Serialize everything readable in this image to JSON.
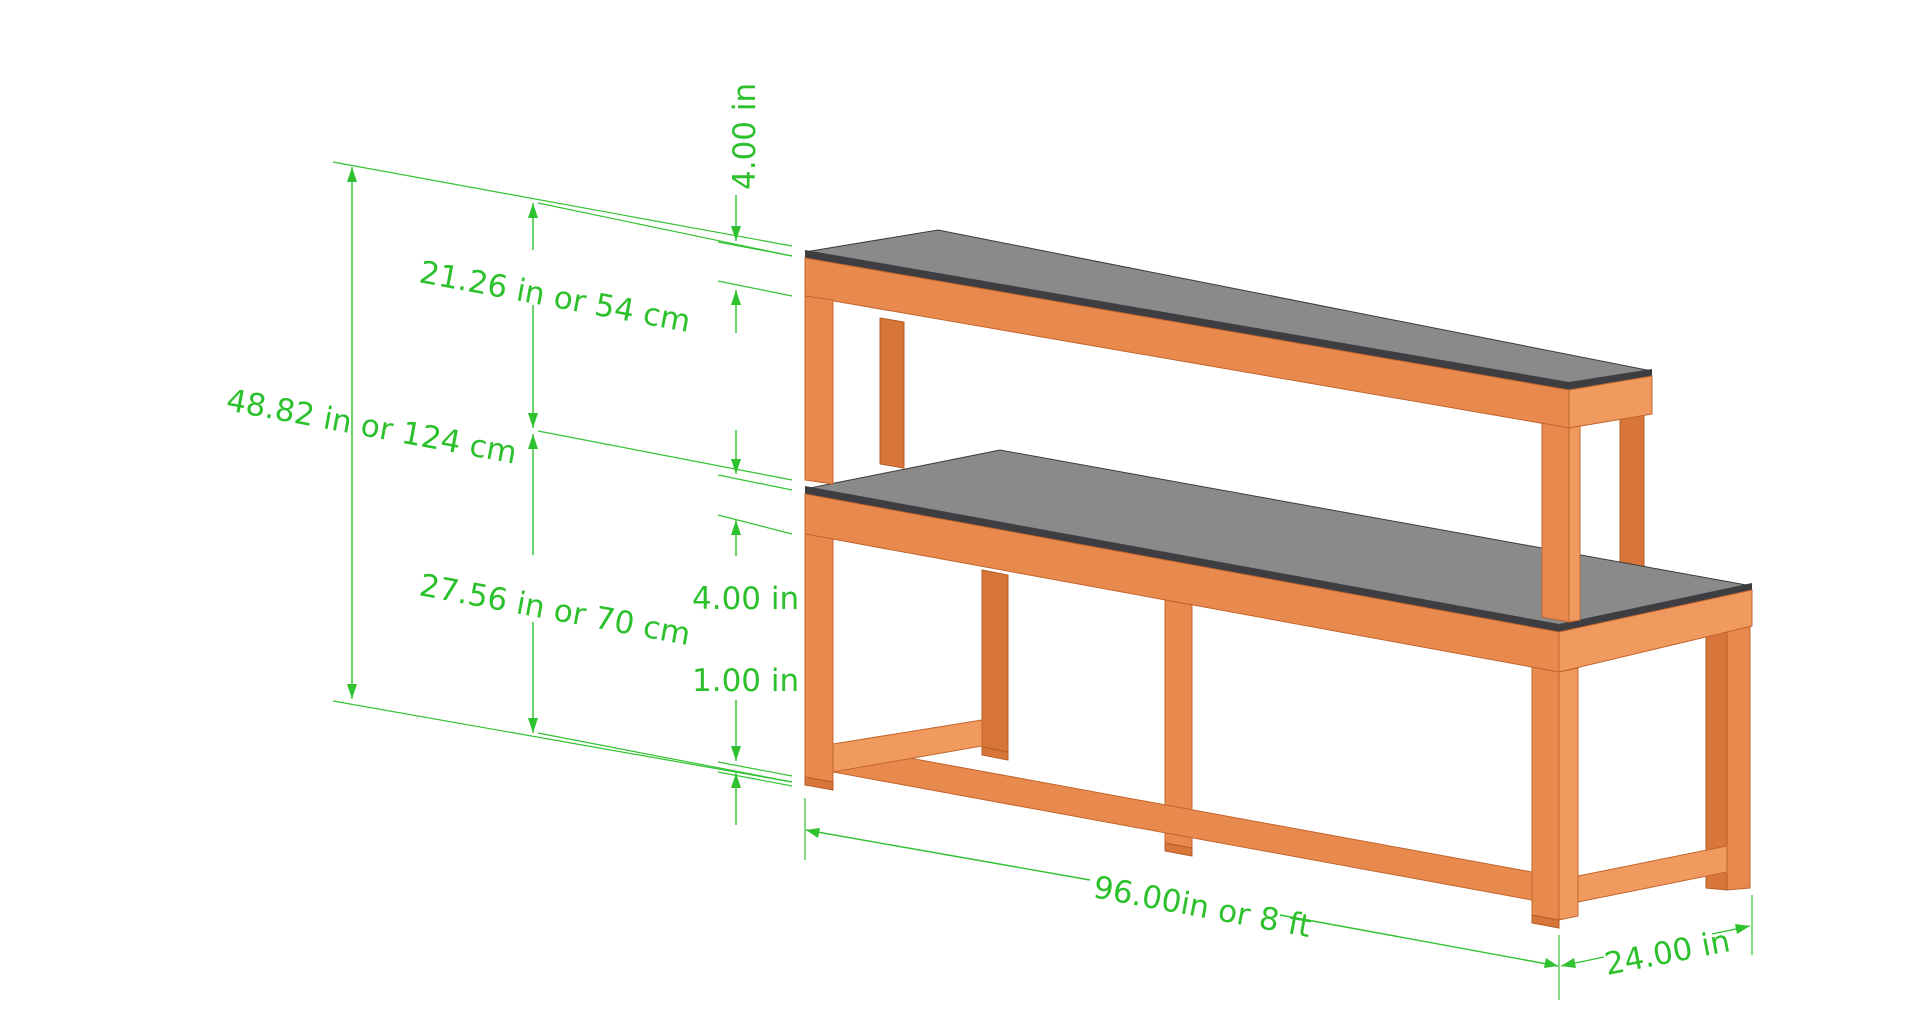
{
  "diagram": {
    "dimensions": {
      "top_clearance": "4.00 in",
      "upper_shelf_height": "21.26 in or 54 cm",
      "overall_height": "48.82 in or 124 cm",
      "lower_shelf_height": "27.56 in or 70 cm",
      "apron_height": "4.00 in",
      "foot_height": "1.00 in",
      "length": "96.00in or 8 ft",
      "depth": "24.00 in"
    },
    "colors": {
      "dimension": "#2cc12c",
      "wood": "#e88a4e",
      "shelf": "#8a8a8a",
      "shelf_edge": "#3e3e42"
    }
  }
}
